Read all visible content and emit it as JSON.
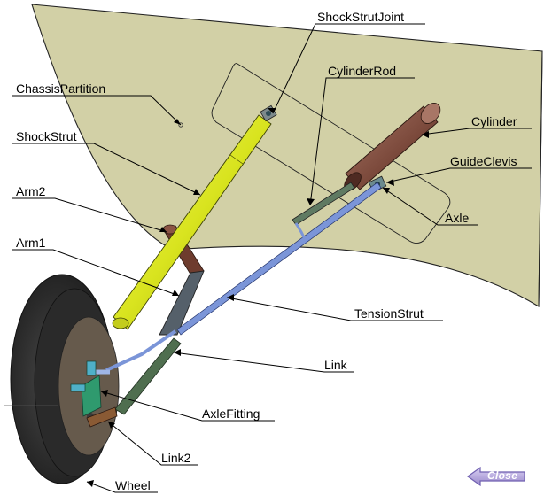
{
  "labels": {
    "shock_strut_joint": "ShockStrutJoint",
    "cylinder_rod": "CylinderRod",
    "chassis_partition": "ChassisPartition",
    "cylinder": "Cylinder",
    "shock_strut": "ShockStrut",
    "guide_clevis": "GuideClevis",
    "arm2": "Arm2",
    "axle": "Axle",
    "arm1": "Arm1",
    "tension_strut": "TensionStrut",
    "link": "Link",
    "axle_fitting": "AxleFitting",
    "link2": "Link2",
    "wheel": "Wheel"
  },
  "close_button": {
    "label": "Close"
  },
  "colors": {
    "chassis": "#d2d0a6",
    "shock_strut": "#d9e41f",
    "cylinder": "#7c4a3c",
    "tension_strut": "#7b95d8",
    "wheel": "#2e2e2e",
    "hub": "#665a4c",
    "close_button": "#b4a6dc"
  }
}
